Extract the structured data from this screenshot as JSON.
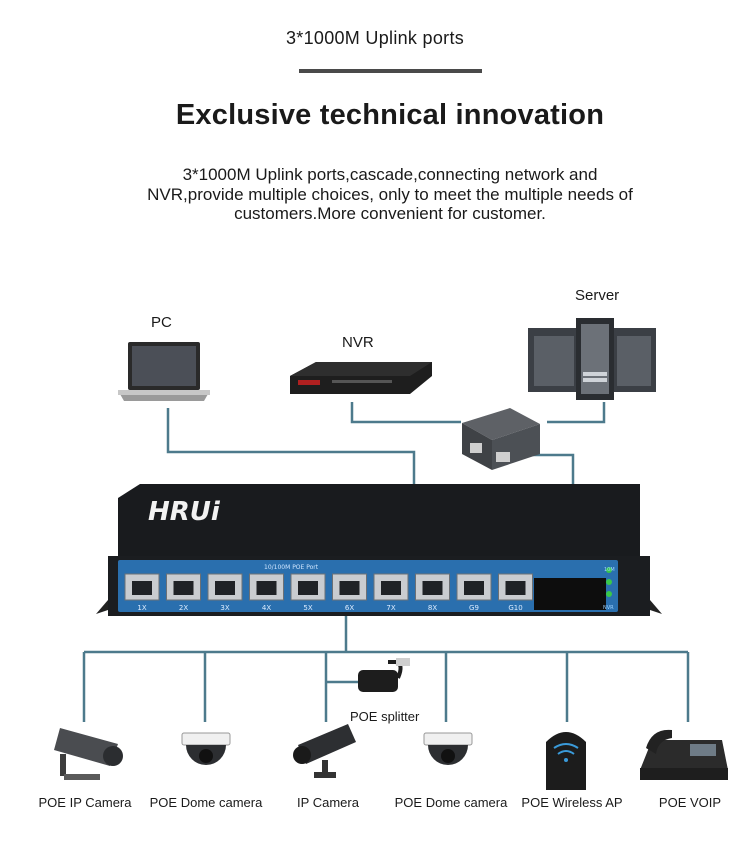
{
  "header": {
    "subtitle": "3*1000M Uplink ports",
    "title": "Exclusive technical innovation",
    "description": [
      "3*1000M Uplink ports,cascade,connecting network and",
      "NVR,provide multiple choices, only to meet the multiple needs of",
      "customers.More convenient for customer."
    ]
  },
  "top_devices": {
    "pc": "PC",
    "nvr": "NVR",
    "server": "Server"
  },
  "switch": {
    "brand": "HRUi",
    "port_strip_label": "10/100M  POE  Port",
    "port_labels": [
      "1X",
      "2X",
      "3X",
      "4X",
      "5X",
      "6X",
      "7X",
      "8X",
      "G9",
      "G10"
    ],
    "led_labels": [
      "10M",
      "NVR"
    ]
  },
  "splitter_label": "POE splitter",
  "bottom_devices": [
    "POE IP Camera",
    "POE Dome camera",
    "IP Camera",
    "POE Dome camera",
    "POE Wireless AP",
    "POE VOIP"
  ],
  "colors": {
    "line": "#4d7a8c",
    "switch_body": "#1b1d20",
    "port_panel": "#2a6fae"
  }
}
